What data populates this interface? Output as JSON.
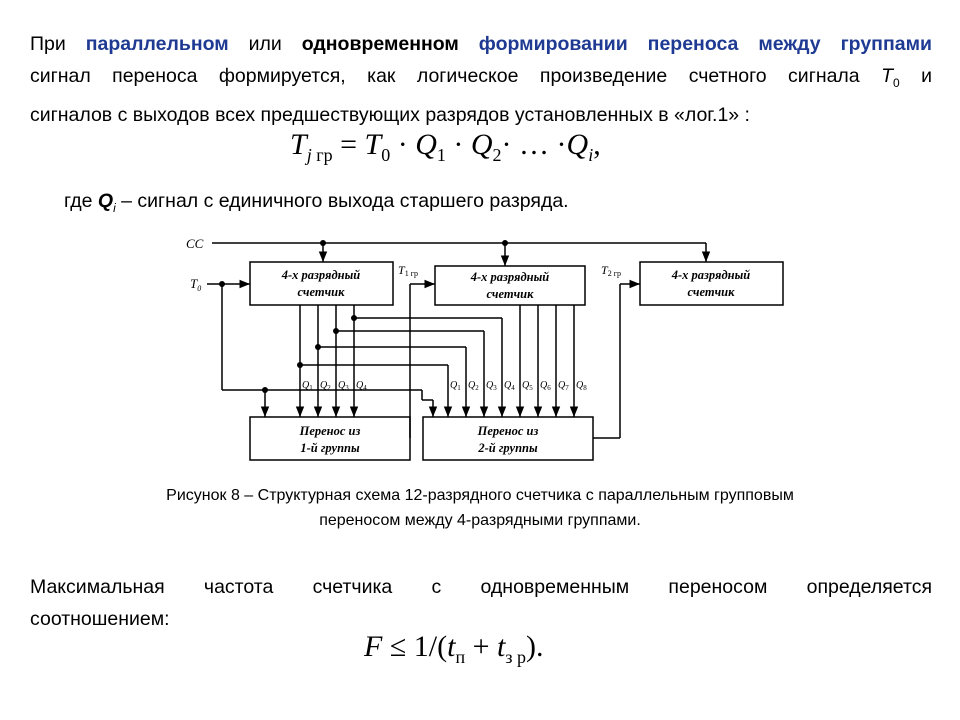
{
  "intro": {
    "p1": "При",
    "w_parallel": "параллельном",
    "p2": "или",
    "w_simultaneous": "одновременном",
    "w_forming": "формировании переноса между группами",
    "p3": "сигнал переноса формируется, как логическое произведение счетного сигнала",
    "t0_base": "T",
    "t0_sub": "0",
    "p4": "и",
    "p5": "сигналов с выходов всех предшествующих разрядов установленных в «лог.1» :"
  },
  "formula1": {
    "T": "T",
    "j": "j",
    "sub_gr": "гр",
    "eq": " = ",
    "T0": "T",
    "T0_sub": "0",
    "dot": " · ",
    "Q": "Q",
    "q1": "1",
    "q2": "2",
    "dotsep": "· … ·",
    "qi": "i",
    "comma": ","
  },
  "where": {
    "p1": "где",
    "Q": "Q",
    "sub": "i",
    "rest": " – сигнал с единичного выхода старшего разряда."
  },
  "diagram": {
    "cc_label": "CC",
    "t0_base": "T",
    "t0_sub": "0",
    "t1_base": "T",
    "t1_sub": "1 гр",
    "t2_base": "T",
    "t2_sub": "2 гр",
    "counter_line1": "4-х разрядный",
    "counter_line2": "счетчик",
    "carry1_line1": "Перенос из",
    "carry1_line2": "1-й группы",
    "carry2_line1": "Перенос из",
    "carry2_line2": "2-й группы",
    "q_labels_1": [
      "Q1",
      "Q2",
      "Q3",
      "Q4"
    ],
    "q_labels_2": [
      "Q1",
      "Q2",
      "Q3",
      "Q4",
      "Q5",
      "Q6",
      "Q7",
      "Q8"
    ]
  },
  "caption": {
    "line1": "Рисунок 8 – Структурная схема 12-разрядного счетчика с параллельным групповым",
    "line2": "переносом между 4-разрядными группами."
  },
  "para2": {
    "line1": "Максимальная частота счетчика с одновременным переносом определяется",
    "line2": "соотношением:"
  },
  "formula2": {
    "F": "F",
    "leq": " ≤ 1/(",
    "t": "t",
    "sub_p": "п",
    "plus": " + ",
    "sub_zr": "з р",
    "close": ")."
  },
  "colors": {
    "accent_blue": "#1f3a93",
    "line": "#000000"
  }
}
